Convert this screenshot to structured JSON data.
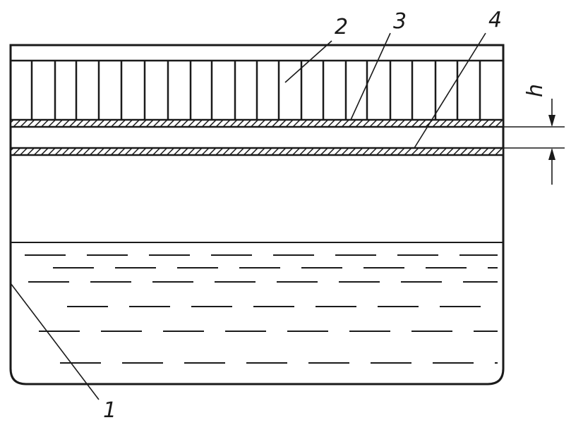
{
  "labels": {
    "one": "1",
    "two": "2",
    "three": "3",
    "four": "4",
    "h": "h"
  },
  "colors": {
    "ink": "#1a1a1a",
    "paper": "#ffffff"
  }
}
